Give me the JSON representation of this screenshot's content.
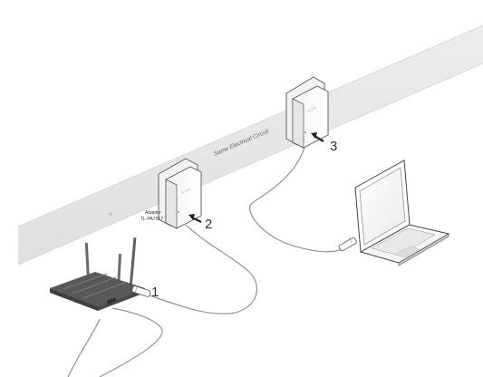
{
  "labels": {
    "circuit": "Same Electrical Circuit",
    "adapter_title": "Adapter",
    "adapter_model": "TL-PA7017",
    "brand": "tp-link"
  },
  "steps": {
    "step1": "1",
    "step2": "2",
    "step3": "3"
  },
  "colors": {
    "wall": "#e5e5e5",
    "cable": "#8a8a8a",
    "device_body": "#ffffff",
    "router_body": "#555555",
    "step_text": "#333333"
  },
  "icons": {
    "adapter": "powerline-adapter-icon",
    "router": "router-icon",
    "laptop": "laptop-icon",
    "arrow": "pointer-arrow-icon"
  }
}
